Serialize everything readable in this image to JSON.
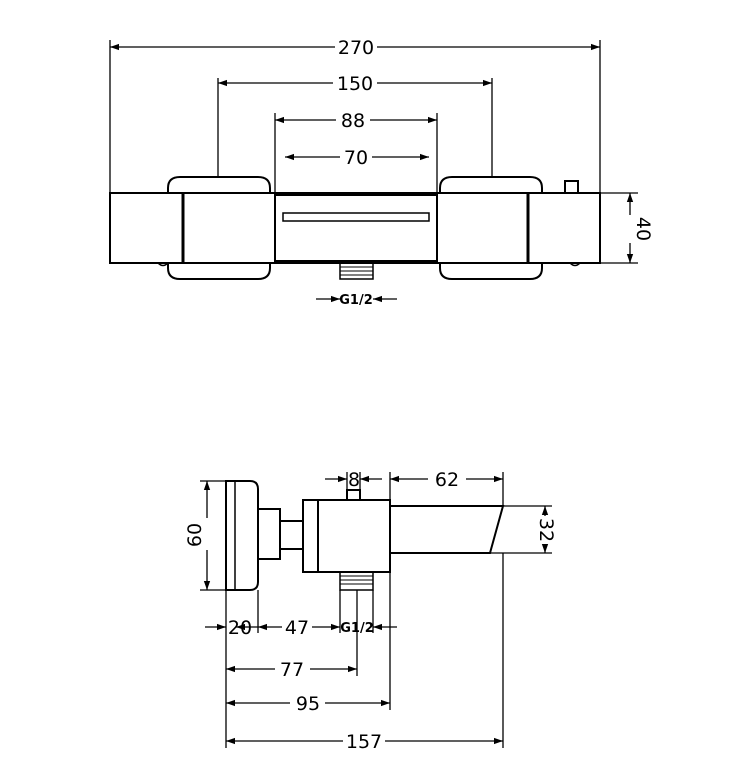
{
  "top_view": {
    "dim_overall_width": "270",
    "dim_outer_handles": "150",
    "dim_spout_width": "88",
    "dim_spout_inner": "70",
    "dim_height": "40",
    "dim_thread": "G1/2"
  },
  "side_view": {
    "dim_wall_height": "60",
    "dim_button": "8",
    "dim_spout_length": "62",
    "dim_spout_height": "32",
    "dim_wall_depth": "20",
    "dim_connector": "47",
    "dim_thread": "G1/2",
    "dim_to_inlet": "77",
    "dim_to_body": "95",
    "dim_total_depth": "157"
  }
}
